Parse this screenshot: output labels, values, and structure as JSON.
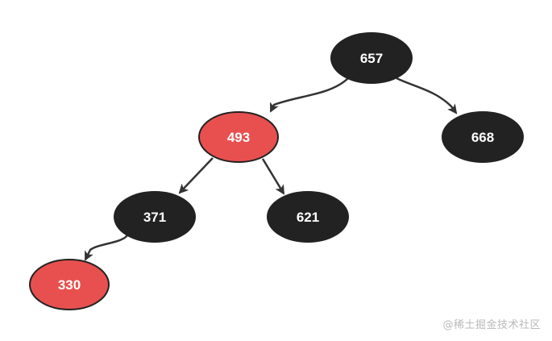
{
  "colors": {
    "black_node": "#222222",
    "red_node": "#e8504f",
    "edge": "#333333",
    "label": "#ffffff"
  },
  "nodes": [
    {
      "id": "n657",
      "label": "657",
      "color": "black"
    },
    {
      "id": "n493",
      "label": "493",
      "color": "red"
    },
    {
      "id": "n668",
      "label": "668",
      "color": "black"
    },
    {
      "id": "n371",
      "label": "371",
      "color": "black"
    },
    {
      "id": "n621",
      "label": "621",
      "color": "black"
    },
    {
      "id": "n330",
      "label": "330",
      "color": "red"
    }
  ],
  "edges": [
    {
      "from": "n657",
      "to": "n493"
    },
    {
      "from": "n657",
      "to": "n668"
    },
    {
      "from": "n493",
      "to": "n371"
    },
    {
      "from": "n493",
      "to": "n621"
    },
    {
      "from": "n371",
      "to": "n330"
    }
  ],
  "watermark": "@稀土掘金技术社区"
}
